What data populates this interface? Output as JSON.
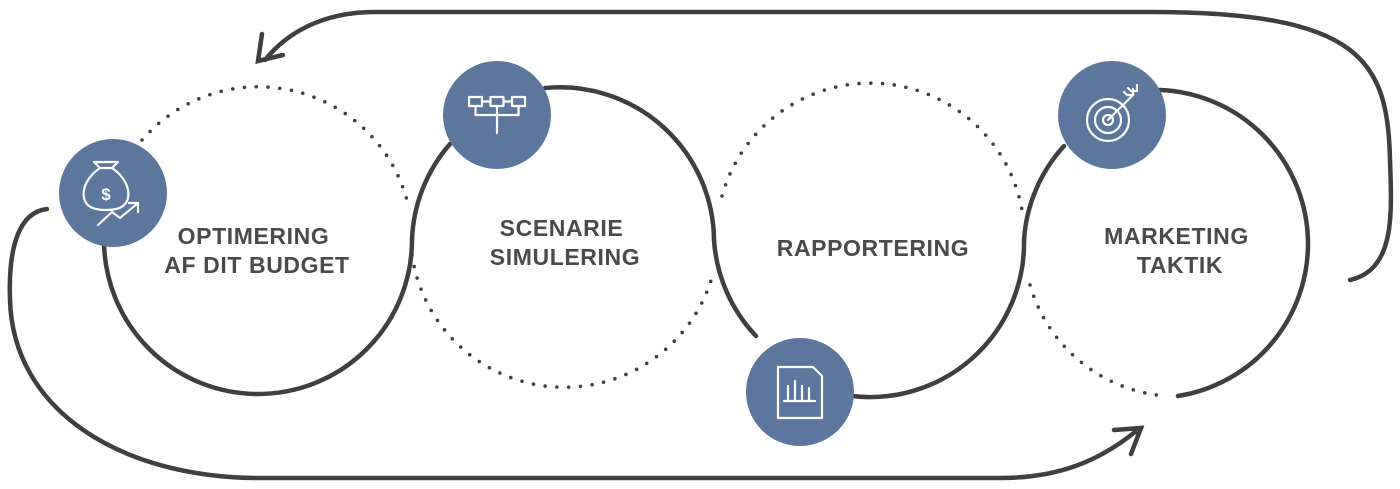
{
  "steps": [
    {
      "id": "budget",
      "lines": [
        "OPTIMERING",
        "AF DIT BUDGET"
      ],
      "icon": "money-bag-growth-icon"
    },
    {
      "id": "scenario",
      "lines": [
        "SCENARIE",
        "SIMULERING"
      ],
      "icon": "hierarchy-icon"
    },
    {
      "id": "report",
      "lines": [
        "RAPPORTERING"
      ],
      "icon": "report-chart-icon"
    },
    {
      "id": "marketing",
      "lines": [
        "MARKETING",
        "TAKTIK"
      ],
      "icon": "target-arrow-icon"
    }
  ],
  "colors": {
    "badge": "#5b779e",
    "line": "#3f3f3f",
    "text": "#4a4a4a"
  }
}
